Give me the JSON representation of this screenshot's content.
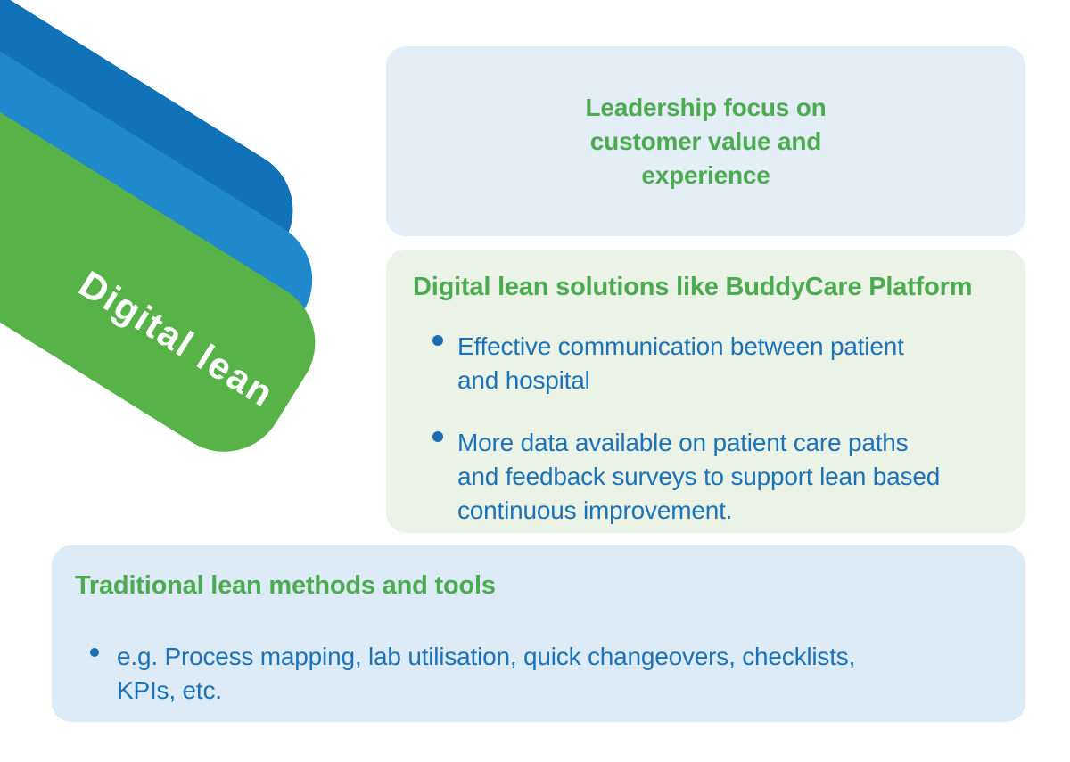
{
  "banner": {
    "label": "Digital lean",
    "colors": {
      "front_card": "#57b247",
      "middle_card": "#2089cb",
      "back_card": "#1272b8",
      "label_text": "#ffffff"
    }
  },
  "boxes": {
    "leadership": {
      "title": "Leadership focus on\ncustomer value and\nexperience",
      "background": "#e3eef7",
      "title_color": "#4caa50"
    },
    "digital_solutions": {
      "title": "Digital lean solutions like BuddyCare Platform",
      "bullets": [
        "Effective communication between patient\nand hospital",
        "More data available on patient care paths\nand feedback surveys to support lean based\ncontinuous improvement."
      ],
      "background": "#eaf3e6",
      "title_color": "#4caa50",
      "bullet_text_color": "#1c72b8",
      "bullet_dot_color": "#1a6db3"
    },
    "traditional": {
      "title": "Traditional lean methods and tools",
      "bullets": [
        "e.g. Process mapping, lab utilisation, quick changeovers, checklists,\nKPIs, etc."
      ],
      "background": "#dcebf6",
      "title_color": "#4caa50",
      "bullet_text_color": "#1c72b8",
      "bullet_dot_color": "#1a6db3"
    }
  }
}
